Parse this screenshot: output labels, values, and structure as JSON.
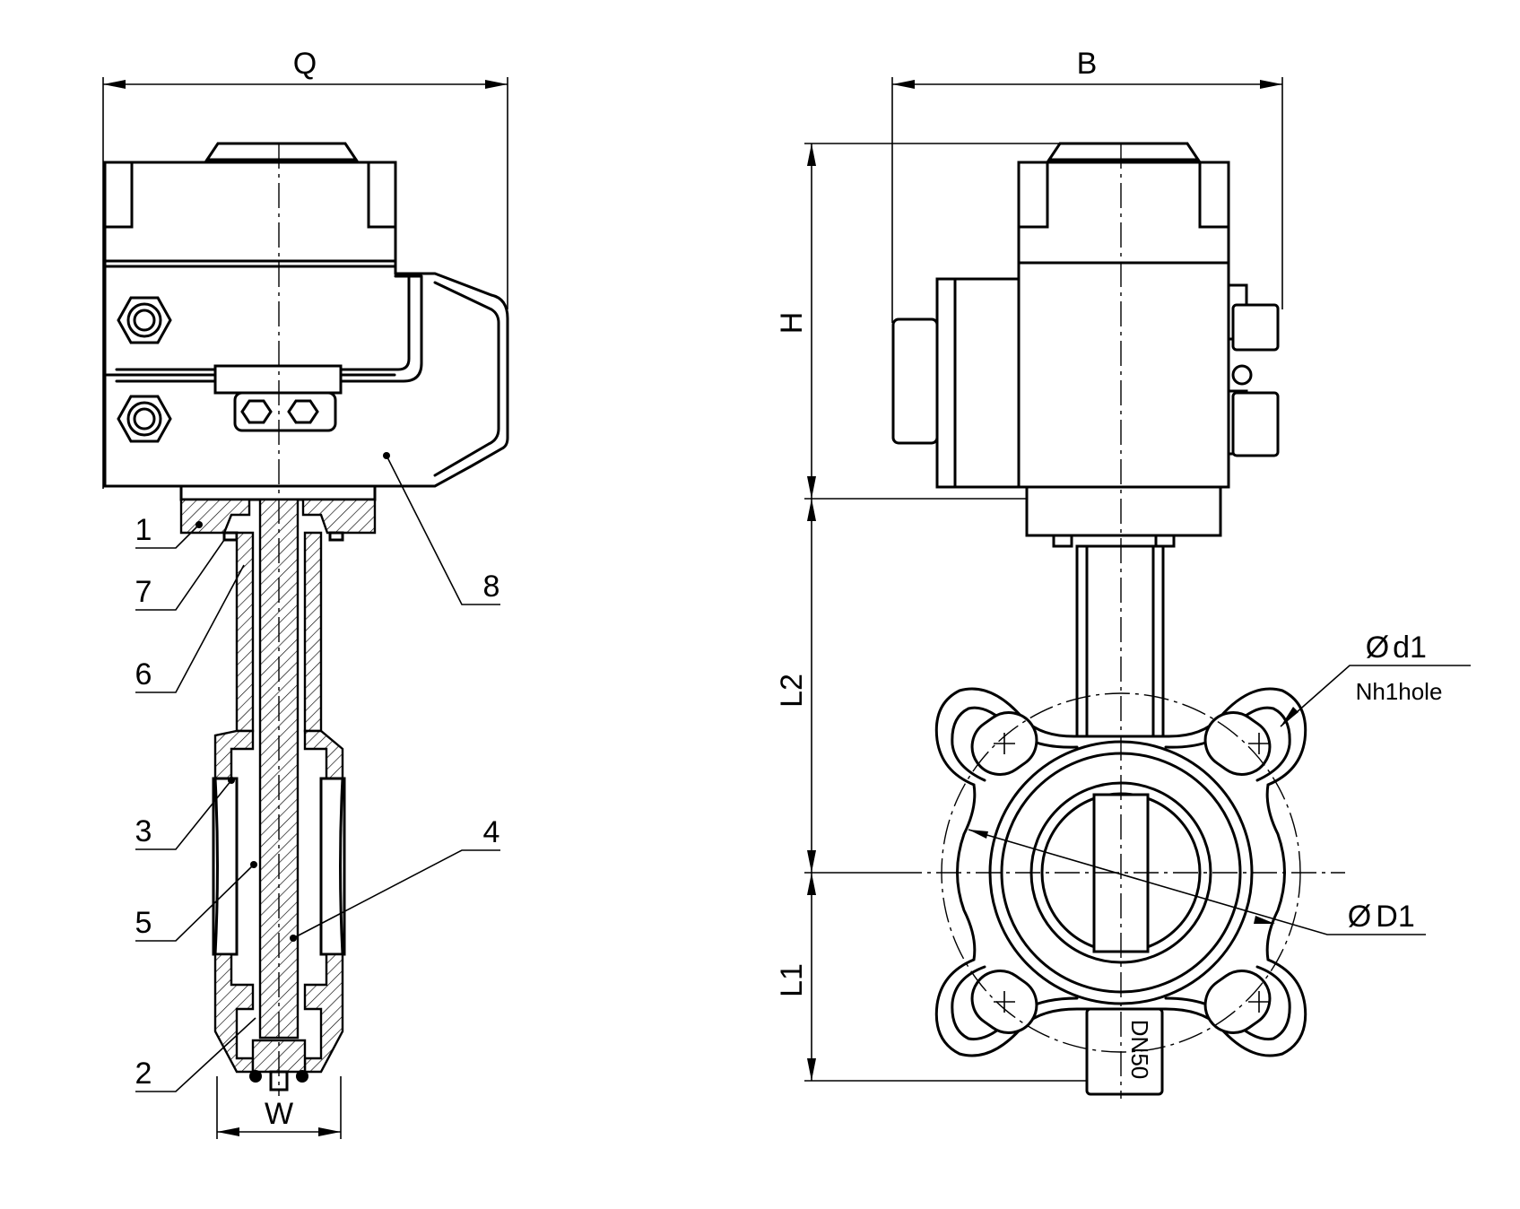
{
  "dimensions": {
    "q": "Q",
    "w": "W",
    "b": "B",
    "h": "H",
    "l2": "L2",
    "l1": "L1",
    "d1_symbol": "Ø",
    "d1_label": "d1",
    "holes_label": "Nh1hole",
    "bigd1_symbol": "Ø",
    "bigd1_label": "D1"
  },
  "parts": {
    "p1": "1",
    "p2": "2",
    "p3": "3",
    "p4": "4",
    "p5": "5",
    "p6": "6",
    "p7": "7",
    "p8": "8"
  },
  "body_marking": "DN50"
}
